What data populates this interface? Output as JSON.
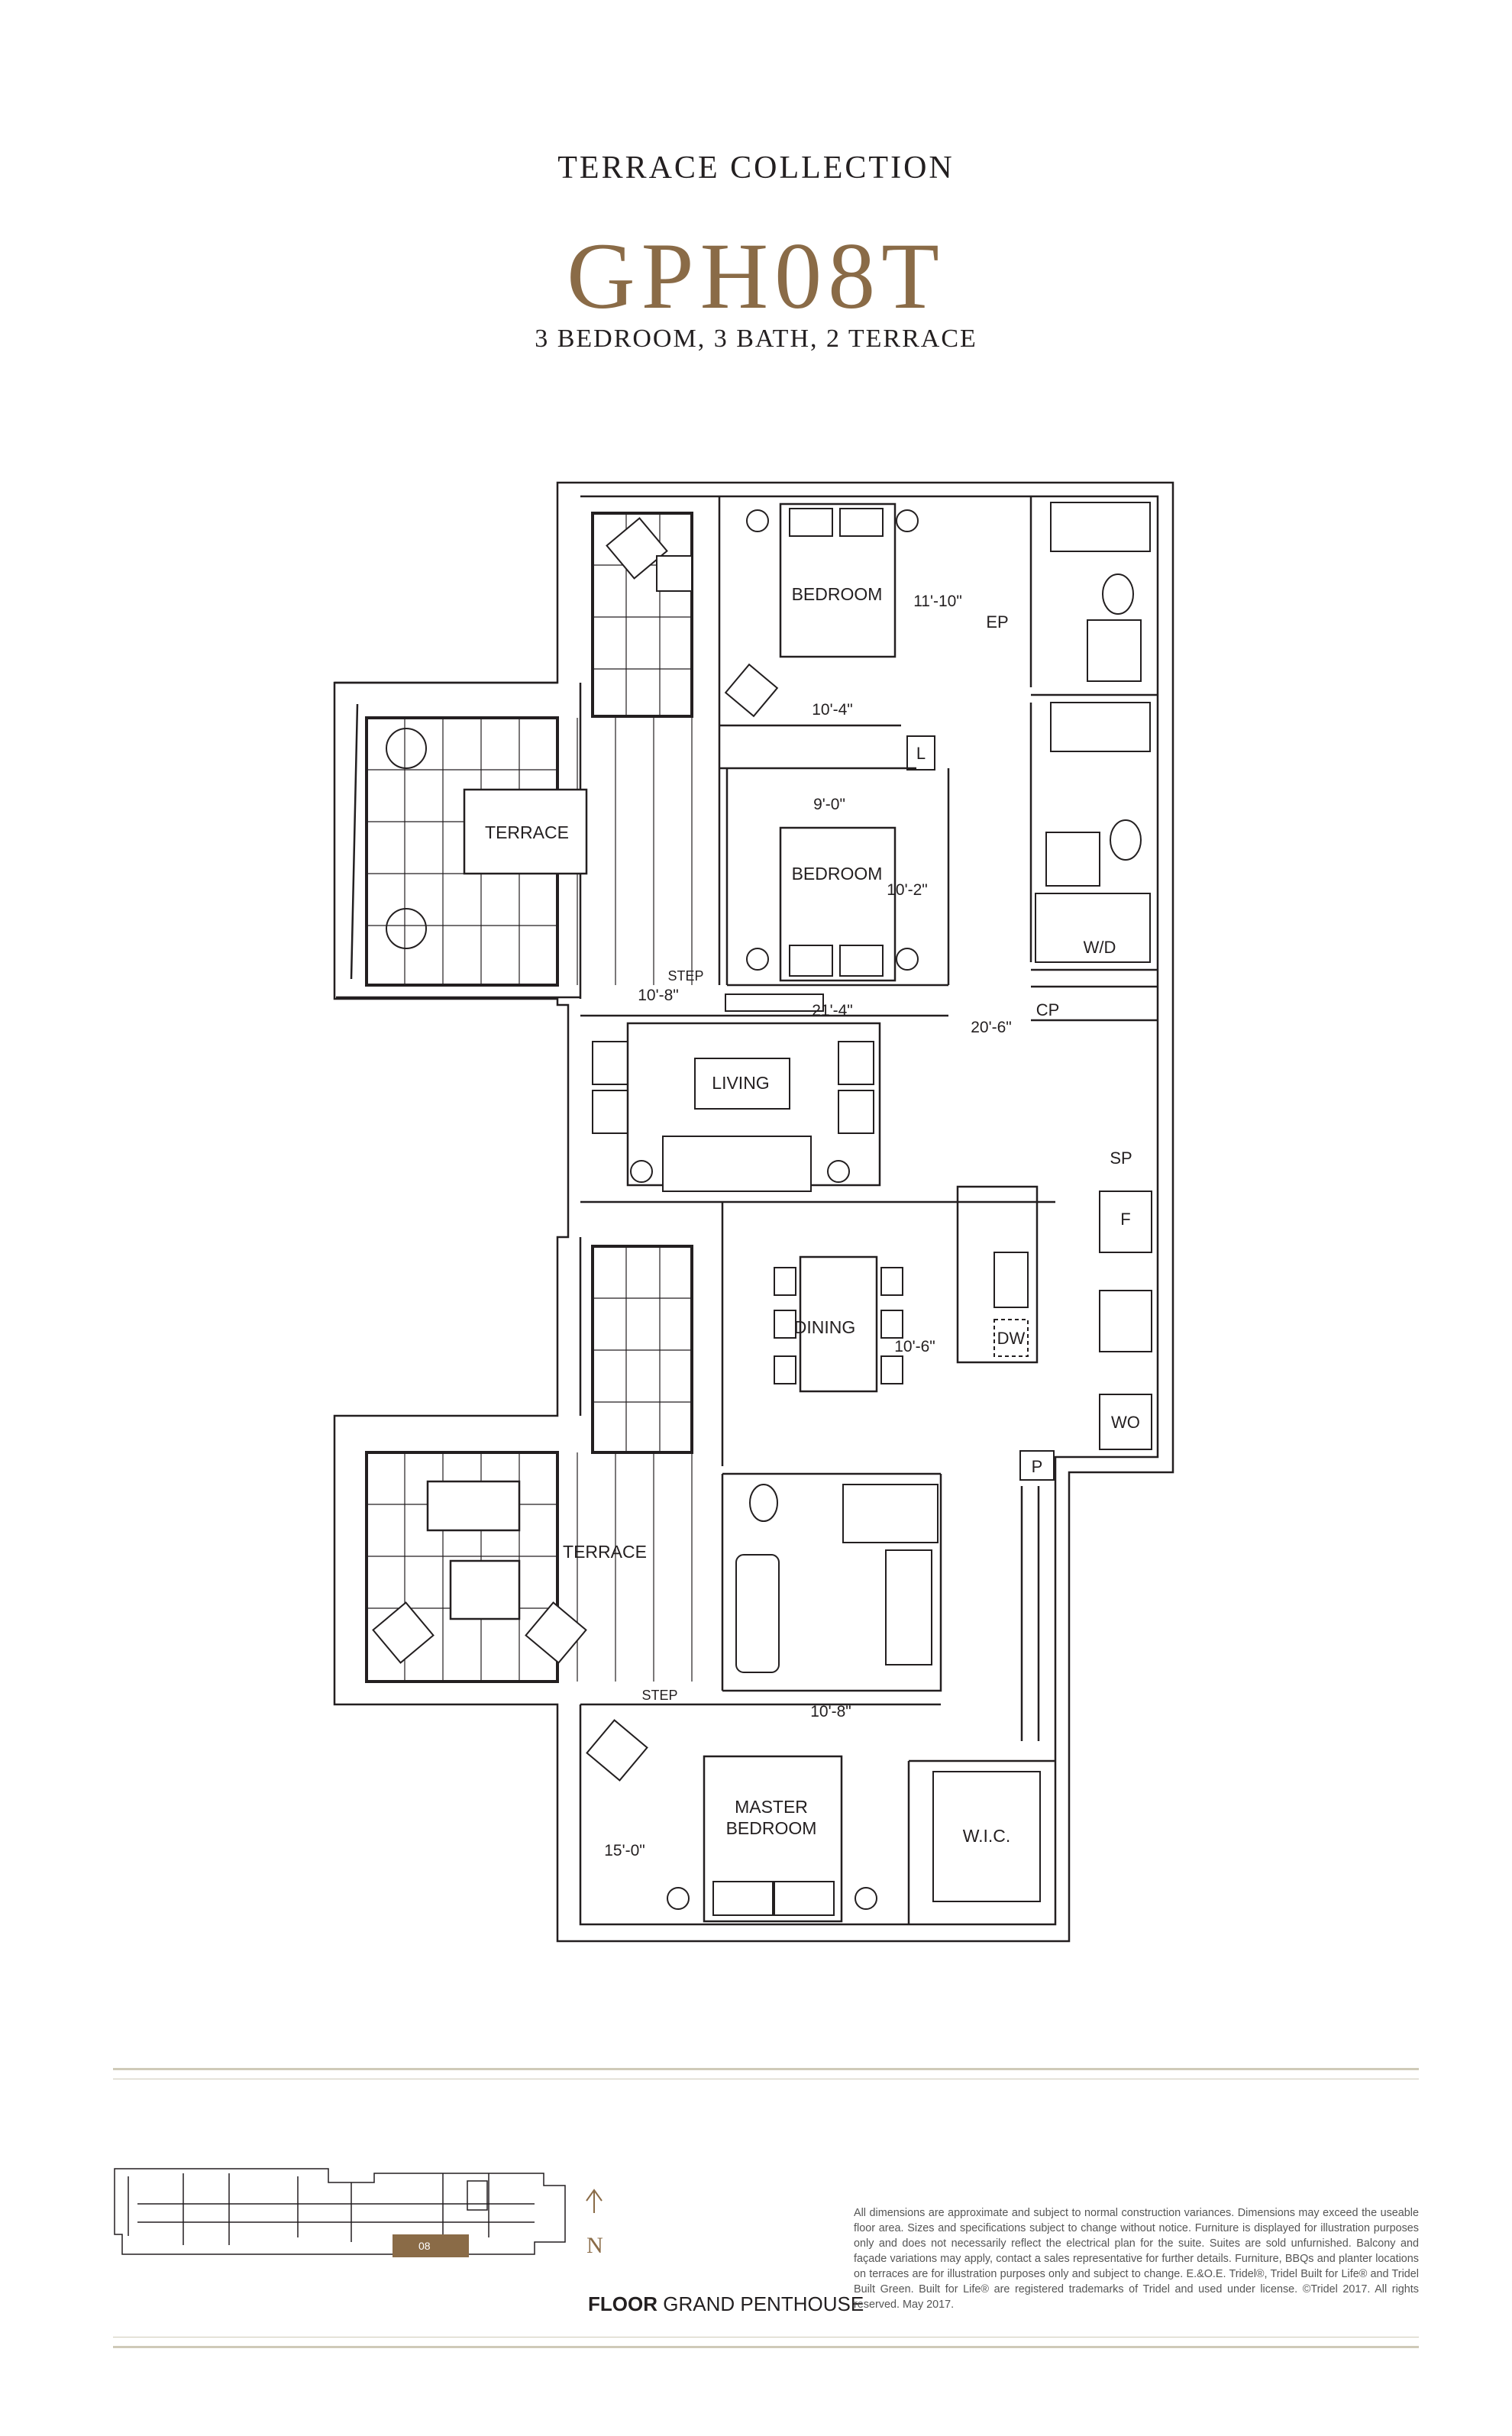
{
  "header": {
    "collection": "TERRACE COLLECTION",
    "suite_name": "GPH08T",
    "suite_description": "3 BEDROOM, 3 BATH, 2 TERRACE"
  },
  "plan": {
    "rooms": {
      "bedroom_1": "BEDROOM",
      "bedroom_2": "BEDROOM",
      "terrace_1": "TERRACE",
      "terrace_2": "TERRACE",
      "living": "LIVING",
      "dining": "DINING",
      "master_line1": "MASTER",
      "master_line2": "BEDROOM",
      "wic": "W.I.C."
    },
    "fixtures": {
      "ep": "EP",
      "l": "L",
      "wd": "W/D",
      "cp": "CP",
      "sp": "SP",
      "f": "F",
      "dw": "DW",
      "wo": "WO",
      "p": "P",
      "step_1": "STEP",
      "step_2": "STEP"
    },
    "dimensions": {
      "d_11_10": "11'-10\"",
      "d_10_4": "10'-4\"",
      "d_9_0": "9'-0\"",
      "d_10_2": "10'-2\"",
      "d_10_8_a": "10'-8\"",
      "d_21_4": "21'-4\"",
      "d_20_6": "20'-6\"",
      "d_10_6": "10'-6\"",
      "d_10_8_b": "10'-8\"",
      "d_15_0": "15'-0\""
    }
  },
  "keyplan": {
    "unit_tag": "08",
    "north": "N",
    "floor_bold": "FLOOR",
    "floor_name": "GRAND PENTHOUSE",
    "unit_color": "#8a6b47"
  },
  "disclaimer": "All dimensions are approximate and subject to normal construction variances. Dimensions may exceed the useable floor area. Sizes and specifications subject to change without notice. Furniture is displayed for illustration purposes only and does not necessarily reflect the electrical plan for the suite. Suites are sold unfurnished. Balcony and façade variations may apply, contact a sales representative for further details. Furniture, BBQs and planter locations on terraces are for illustration purposes only and subject to change. E.&O.E. Tridel®, Tridel Built for Life® and Tridel Built Green. Built for Life® are registered trademarks of Tridel and used under license. ©Tridel 2017. All rights reserved. May 2017.",
  "colors": {
    "accent": "#8a6b47",
    "rule": "#cfcab8",
    "ink": "#231f20"
  }
}
